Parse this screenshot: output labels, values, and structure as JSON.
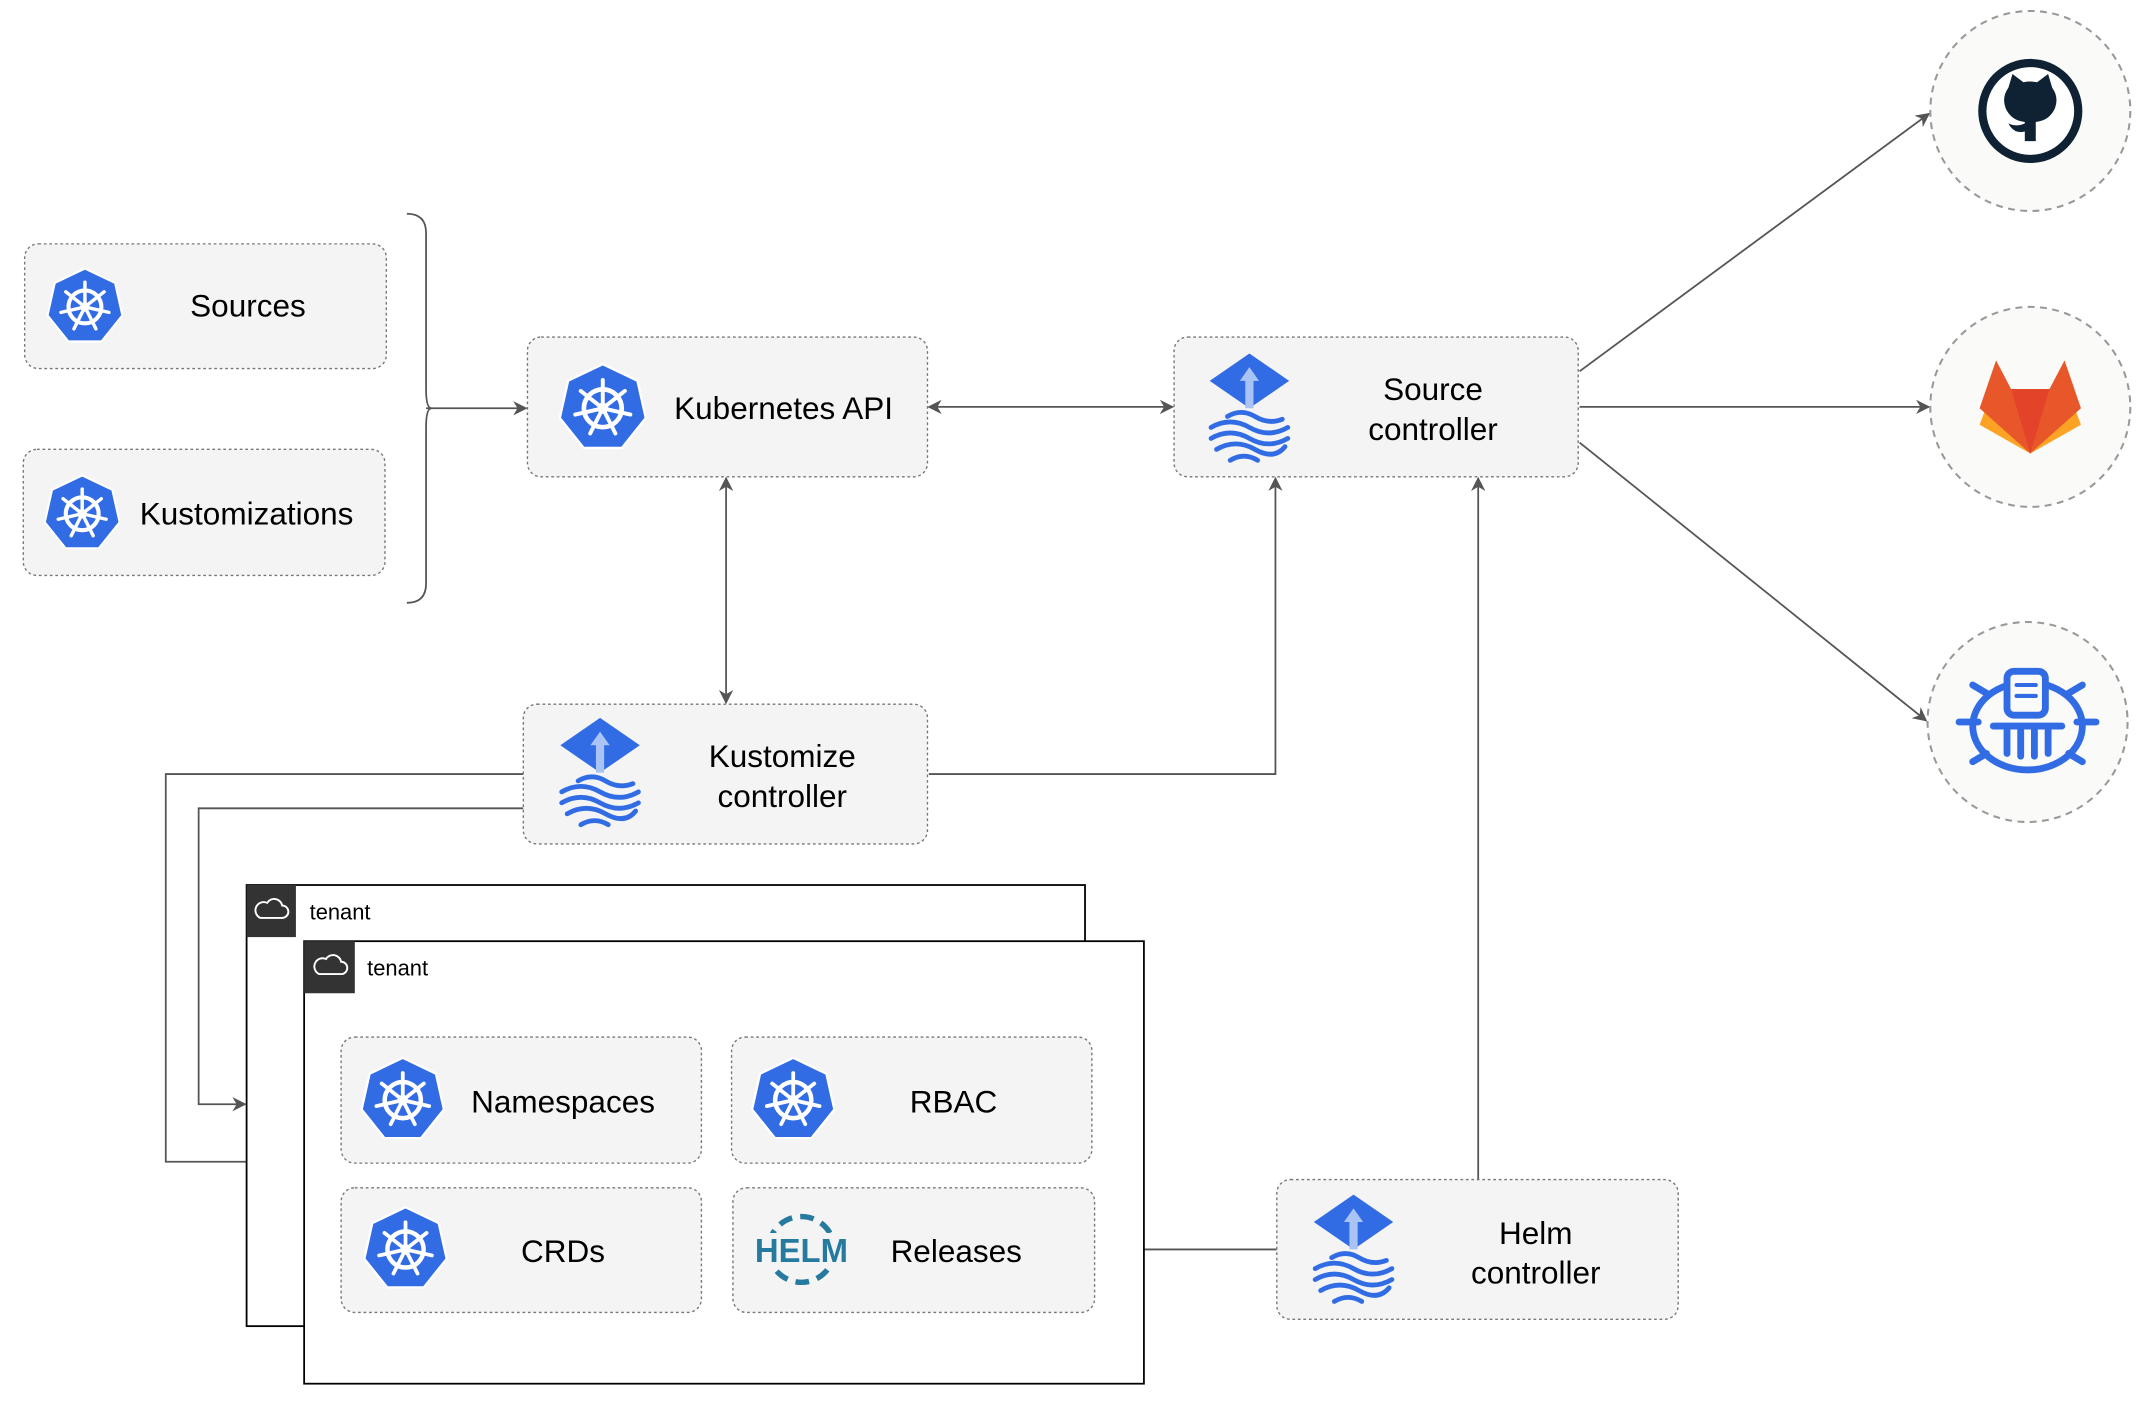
{
  "resources": {
    "sources": "Sources",
    "kustomizations": "Kustomizations"
  },
  "nodes": {
    "kubernetes_api": "Kubernetes API",
    "source_controller": [
      "Source",
      "controller"
    ],
    "kustomize_controller": [
      "Kustomize",
      "controller"
    ],
    "helm_controller": [
      "Helm",
      "controller"
    ]
  },
  "tenants": [
    {
      "label": "tenant"
    },
    {
      "label": "tenant"
    }
  ],
  "tenant_items": {
    "namespaces": "Namespaces",
    "rbac": "RBAC",
    "crds": "CRDs",
    "releases": "Releases",
    "helm_logo": "HELM"
  },
  "external_sources": [
    {
      "icon": "github-icon"
    },
    {
      "icon": "gitlab-icon"
    },
    {
      "icon": "bucket-icon"
    }
  ],
  "colors": {
    "kubernetes_blue": "#326ce5",
    "flux_blue": "#326ce5",
    "github_dark": "#0f2233",
    "gitlab_orange": "#e8572a",
    "gitlab_yellow": "#fca326",
    "helm_blue": "#277a9f",
    "tenant_header": "#333333"
  }
}
